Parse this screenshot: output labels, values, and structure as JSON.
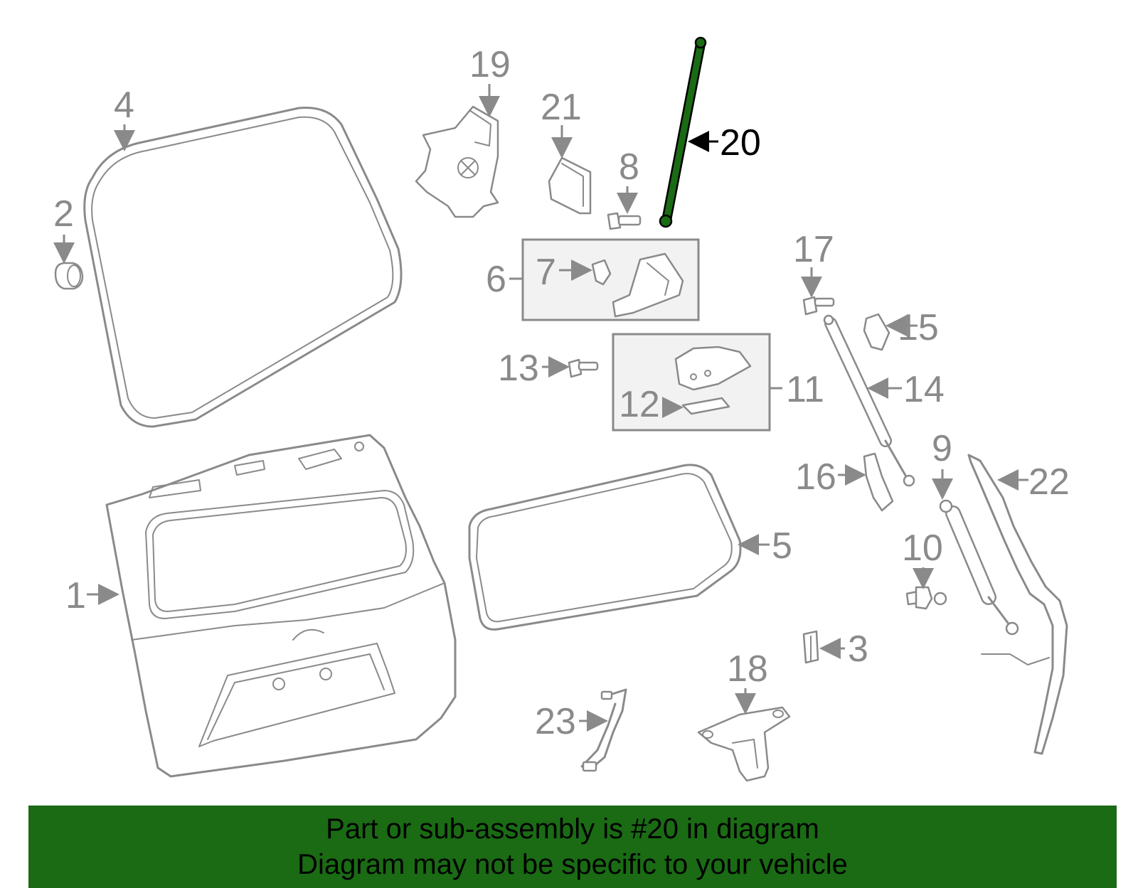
{
  "callouts": {
    "c1": "1",
    "c2": "2",
    "c3": "3",
    "c4": "4",
    "c5": "5",
    "c6": "6",
    "c7": "7",
    "c8": "8",
    "c9": "9",
    "c10": "10",
    "c11": "11",
    "c12": "12",
    "c13": "13",
    "c14": "14",
    "c15": "15",
    "c16": "16",
    "c17": "17",
    "c18": "18",
    "c19": "19",
    "c20": "20",
    "c21": "21",
    "c22": "22",
    "c23": "23"
  },
  "highlight": {
    "part_number": "20",
    "color": "#1a6b14"
  },
  "banner": {
    "line1": "Part or sub-assembly is #20 in diagram",
    "line2": "Diagram may not be specific to your vehicle",
    "background": "#1a6b14"
  }
}
